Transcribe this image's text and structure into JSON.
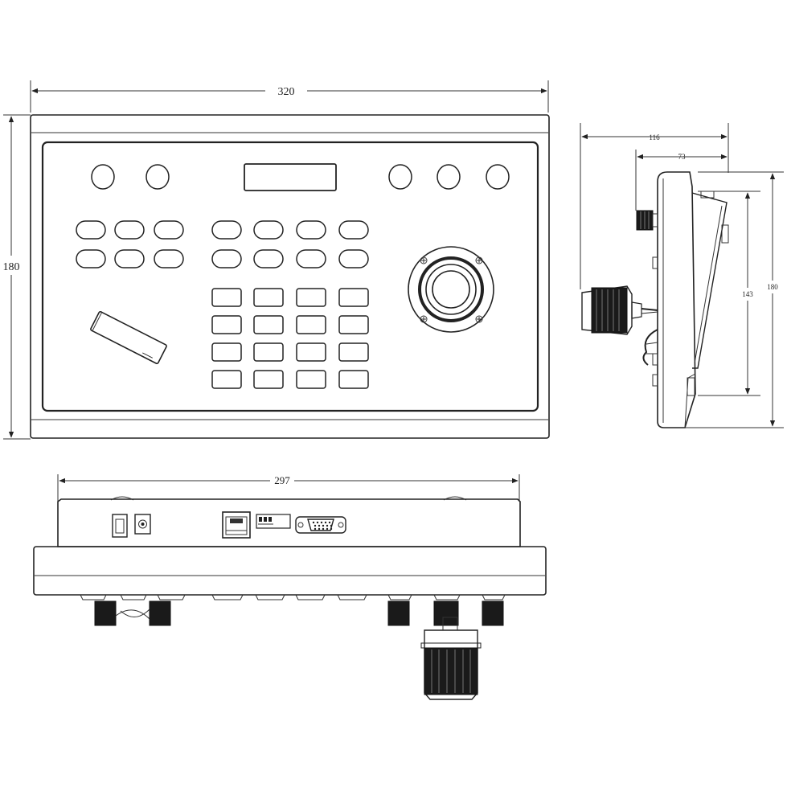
{
  "dimensions": {
    "top_width": "320",
    "top_height": "180",
    "side_depth_total": "116",
    "side_depth_panel": "73",
    "side_inner_height": "143",
    "side_height": "180",
    "bottom_width": "297"
  },
  "colors": {
    "line": "#222222",
    "knob": "#1a1a1a",
    "background": "#ffffff"
  },
  "icons": {
    "power_switch": "power-switch-icon",
    "dc_jack": "dc-jack-icon",
    "rj45": "rj45-port-icon",
    "dip": "dip-switch-icon",
    "db15": "db15-port-icon",
    "joystick": "joystick-icon"
  }
}
